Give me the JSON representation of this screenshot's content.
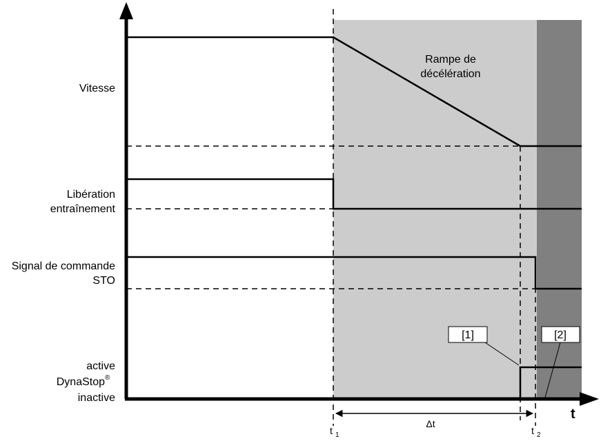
{
  "labels": {
    "vitesse": "Vitesse",
    "liberation_1": "Libération",
    "liberation_2": "entraînement",
    "sto_1": "Signal de commande",
    "sto_2": "STO",
    "active": "active",
    "dynastop": "DynaStop",
    "dynastop_mark": "®",
    "inactive": "inactive",
    "ramp_1": "Rampe de",
    "ramp_2": "décélération",
    "axis_t": "t",
    "t1_base": "t",
    "t1_sub": "1",
    "t2_base": "t",
    "t2_sub": "2",
    "delta_t": "Δt",
    "callout_1": "[1]",
    "callout_2": "[2]"
  },
  "colors": {
    "zone_light": "#cccccc",
    "zone_dark": "#808080",
    "line": "#000000"
  }
}
